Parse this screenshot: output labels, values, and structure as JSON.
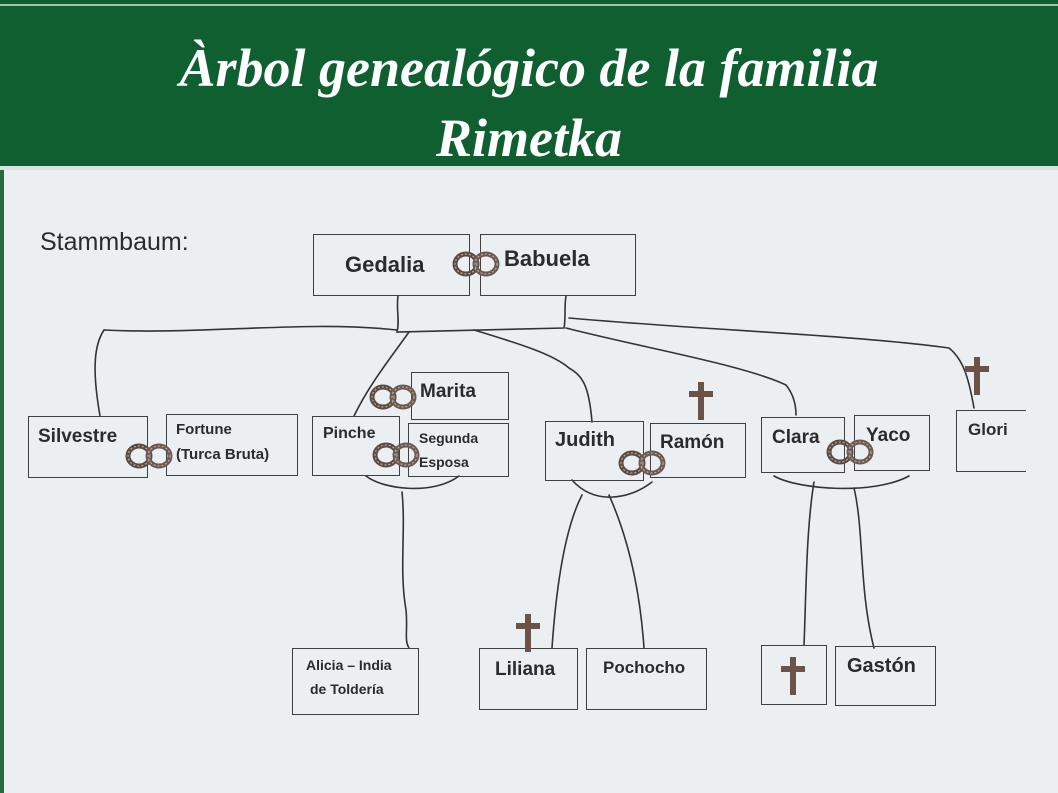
{
  "slide": {
    "title_line1": "Àrbol genealógico de la familia",
    "title_line2": "Rimetka",
    "accent_color": "#0f5f31"
  },
  "tree": {
    "heading": "Stammbaum:",
    "people": {
      "gedalia": "Gedalia",
      "babuela": "Babuela",
      "silvestre": "Silvestre",
      "fortune_1": "Fortune",
      "fortune_2": "(Turca Bruta)",
      "marita": "Marita",
      "pinche": "Pinche",
      "segunda_1": "Segunda",
      "segunda_2": "Esposa",
      "judith": "Judith",
      "ramon": "Ramón",
      "clara": "Clara",
      "yaco": "Yaco",
      "glori": "Glori",
      "alicia_1": "Alicia – India",
      "alicia_2": "de Toldería",
      "liliana": "Liliana",
      "pochocho": "Pochocho",
      "gaston": "Gastón"
    },
    "icons": {
      "marriage": "marriage-rings-icon",
      "deceased": "cross-icon"
    }
  }
}
